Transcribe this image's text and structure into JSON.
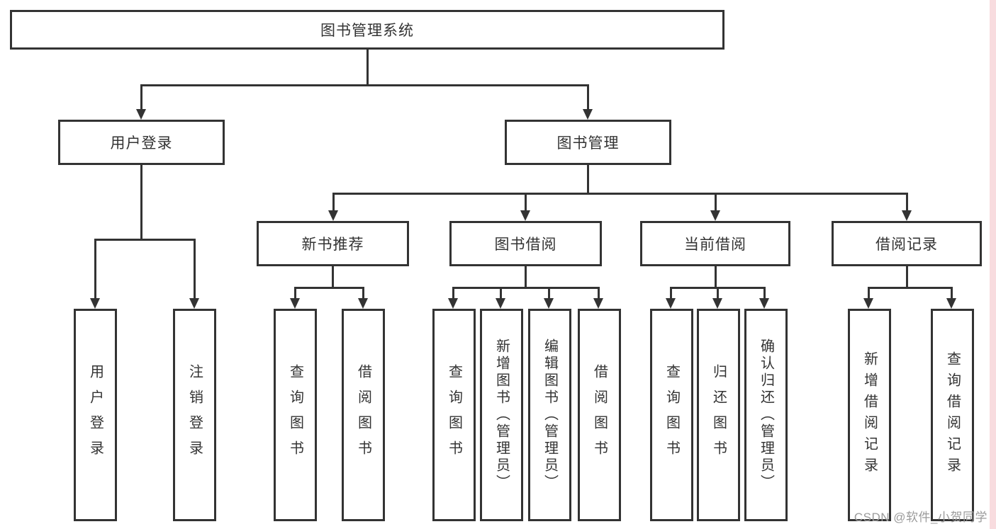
{
  "diagram": {
    "root": {
      "label": "图书管理系统"
    },
    "level2": [
      {
        "label": "用户登录"
      },
      {
        "label": "图书管理"
      }
    ],
    "level3": [
      {
        "label": "新书推荐"
      },
      {
        "label": "图书借阅"
      },
      {
        "label": "当前借阅"
      },
      {
        "label": "借阅记录"
      }
    ],
    "leaves": {
      "user_login": [
        {
          "label": "用户登录"
        },
        {
          "label": "注销登录"
        }
      ],
      "new_book": [
        {
          "label": "查询图书"
        },
        {
          "label": "借阅图书"
        }
      ],
      "book_borrow": [
        {
          "label": "查询图书"
        },
        {
          "label": "新增图书（管理员）"
        },
        {
          "label": "编辑图书（管理员）"
        },
        {
          "label": "借阅图书"
        }
      ],
      "current_borrow": [
        {
          "label": "查询图书"
        },
        {
          "label": "归还图书"
        },
        {
          "label": "确认归还（管理员）"
        }
      ],
      "borrow_records": [
        {
          "label": "新增借阅记录"
        },
        {
          "label": "查询借阅记录"
        }
      ]
    }
  },
  "watermark": {
    "text": "CSDN @软件_小贺同学"
  },
  "colors": {
    "line": "#333333",
    "box_border": "#333333",
    "text": "#333333",
    "background": "#ffffff",
    "watermark": "#9b9b9b",
    "right_edge_strip": "#f8dcdf"
  }
}
